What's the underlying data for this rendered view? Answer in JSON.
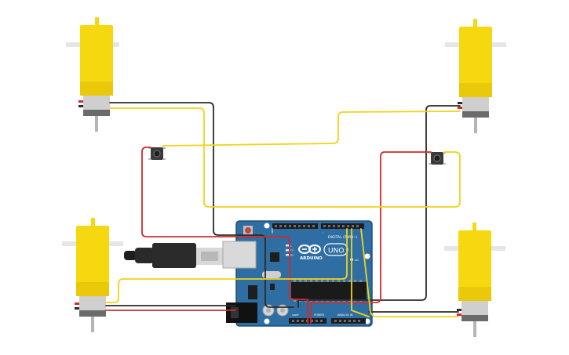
{
  "board": {
    "brand": "ARDUINO",
    "model": "UNO",
    "digital_label": "DIGITAL (PWM~)",
    "analog_label": "ANALOG IN",
    "power_label": "POWER",
    "on_label": "ON",
    "tx_label": "TX",
    "rx_label": "RX",
    "l_label": "L",
    "ioref_label": "IOREF"
  },
  "colors": {
    "board": "#2e6ea3",
    "board_dark": "#1f4e7a",
    "motor": "#f5d80f",
    "wire_black": "#2b2b2b",
    "wire_red": "#d42a2a",
    "wire_yellow": "#f2d21a"
  }
}
